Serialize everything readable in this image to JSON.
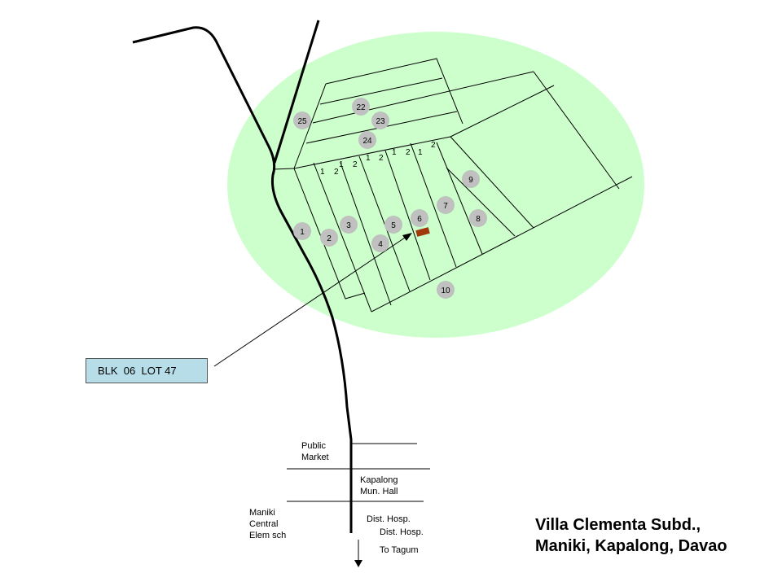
{
  "title": {
    "line1": "Villa Clementa Subd.,",
    "line2": "Maniki, Kapalong, Davao"
  },
  "lot_label": "BLK  06  LOT 47",
  "blocks": [
    "1",
    "2",
    "3",
    "4",
    "5",
    "6",
    "7",
    "8",
    "9",
    "10",
    "22",
    "23",
    "24",
    "25"
  ],
  "lot_numbers": [
    "1",
    "2",
    "1",
    "2",
    "1",
    "2",
    "1",
    "2",
    "1",
    "2"
  ],
  "landmarks": {
    "public_market": [
      "Public",
      "Market"
    ],
    "mun_hall": [
      "Kapalong",
      "Mun. Hall"
    ],
    "school": [
      "Maniki",
      "Central",
      "Elem sch"
    ],
    "hosp1": "Dist. Hosp.",
    "hosp2": "Dist. Hosp.",
    "to_tagum": "To Tagum"
  },
  "colors": {
    "area": "#ccffcc",
    "block_circle": "#c0c0c0",
    "lot_marker": "#a0380a",
    "label_box": "#b7dde8"
  }
}
